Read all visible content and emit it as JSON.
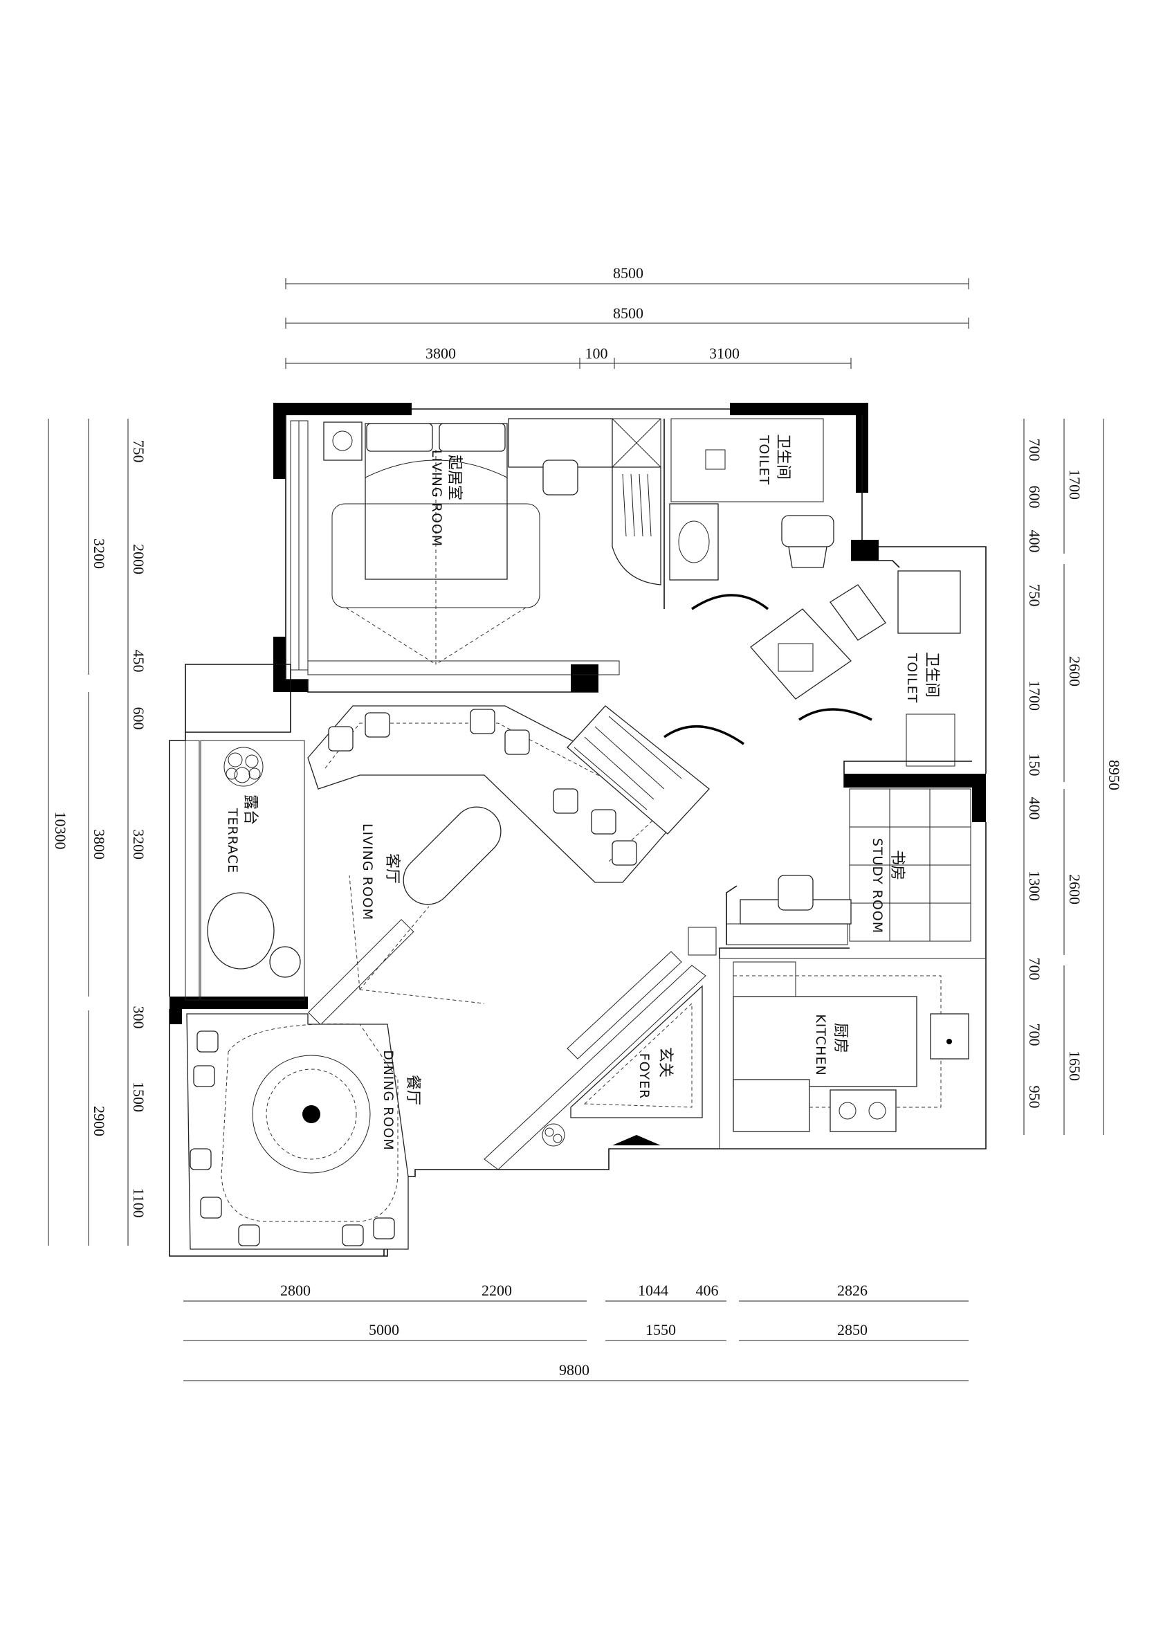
{
  "rooms": {
    "bedroom": {
      "cn": "起居室",
      "en": "LIVING ROOM"
    },
    "toilet_top": {
      "cn": "卫生间",
      "en": "TOILET"
    },
    "toilet_mid": {
      "cn": "卫生间",
      "en": "TOILET"
    },
    "living": {
      "cn": "客厅",
      "en": "LIVING ROOM"
    },
    "terrace": {
      "cn": "露台",
      "en": "TERRACE"
    },
    "study": {
      "cn": "书房",
      "en": "STUDY ROOM"
    },
    "kitchen": {
      "cn": "厨房",
      "en": "KITCHEN"
    },
    "foyer": {
      "cn": "玄关",
      "en": "FOYER"
    },
    "dining": {
      "cn": "餐厅",
      "en": "DINING ROOM"
    }
  },
  "dimensions": {
    "top": {
      "row1": [
        "8500"
      ],
      "row2": [
        "8500"
      ],
      "row3": [
        "3800",
        "100",
        "3100"
      ]
    },
    "bottom": {
      "row1": [
        "2800",
        "2200",
        "1044",
        "406",
        "2826"
      ],
      "row2": [
        "5000",
        "1550",
        "2850"
      ],
      "row3": [
        "9800"
      ]
    },
    "left": {
      "outer": [
        "10300"
      ],
      "middle": [
        "3200",
        "3800",
        "2900"
      ],
      "inner": [
        "750",
        "2000",
        "450",
        "600",
        "3200",
        "300",
        "1500",
        "1100"
      ]
    },
    "right": {
      "inner": [
        "700",
        "600",
        "400",
        "750",
        "1700",
        "150",
        "400",
        "1300",
        "700",
        "700",
        "950"
      ],
      "middle": [
        "1700",
        "2600",
        "2600",
        "1650"
      ],
      "outer": [
        "8950"
      ]
    }
  },
  "colors": {
    "wall": "#000000",
    "line": "#111111",
    "background": "#ffffff"
  }
}
